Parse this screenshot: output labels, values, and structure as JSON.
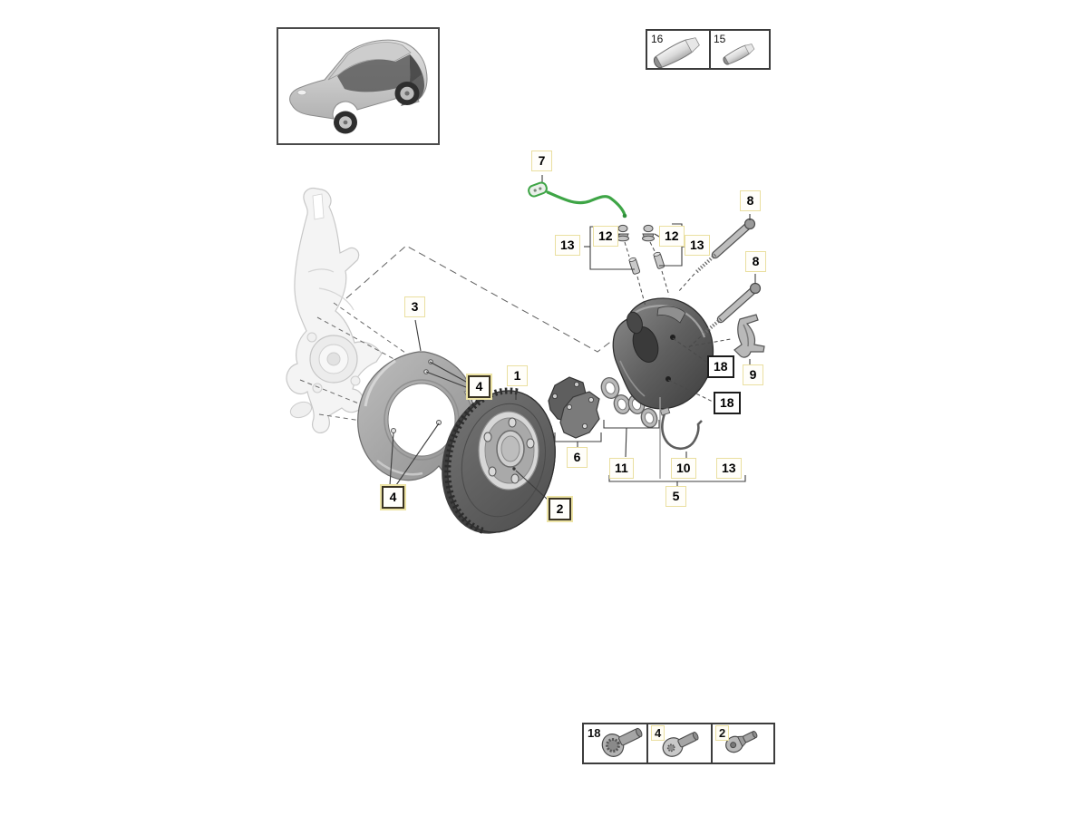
{
  "colors": {
    "highlight_border": "#EADFA0",
    "boxed_label_border": "#3a3322",
    "plain_box_border": "#1c1c1c",
    "frame_border": "#3c3c3c",
    "leader_line": "#3c3c3c",
    "wear_sensor_wire_green": "#3EA546"
  },
  "callouts": {
    "c7": "7",
    "c8a": "8",
    "c8b": "8",
    "c12a": "12",
    "c12b": "12",
    "c13a": "13",
    "c13b": "13",
    "c13c": "13",
    "c3": "3",
    "c9": "9",
    "c1": "1",
    "c4a": "4",
    "c4b": "4",
    "c6": "6",
    "c11": "11",
    "c10": "10",
    "c5": "5",
    "c2": "2",
    "c18a": "18",
    "c18b": "18"
  },
  "top_parts_box": {
    "cells": [
      {
        "num": "16",
        "icon": "grease-tube-large"
      },
      {
        "num": "15",
        "icon": "grease-tube-small"
      }
    ]
  },
  "bottom_parts_box": {
    "cells": [
      {
        "num": "18",
        "icon": "multi-point-flange-bolt",
        "highlighted": false
      },
      {
        "num": "4",
        "icon": "pan-head-torx-screw",
        "highlighted": true
      },
      {
        "num": "2",
        "icon": "countersunk-screw",
        "highlighted": true
      }
    ]
  },
  "part_icons": {
    "vehicle": "suv-thumbnail",
    "p1": "brake-disc",
    "p2": "countersunk-screw",
    "p3": "splash-shield",
    "p4": "pan-head-screw",
    "p5": "caliper-assembly-bracket",
    "p6": "brake-pads",
    "p7": "wear-sensor-wire",
    "p8": "guide-bolt",
    "p9": "retaining-spring",
    "p10": "hose-bracket",
    "p11": "seal-ring-set",
    "p12": "bleeder-cap",
    "p13": "bleeder-valve",
    "p18": "multi-point-bolt",
    "p15": "grease-tube-small",
    "p16": "grease-tube-large",
    "ghost": "steering-knuckle"
  }
}
